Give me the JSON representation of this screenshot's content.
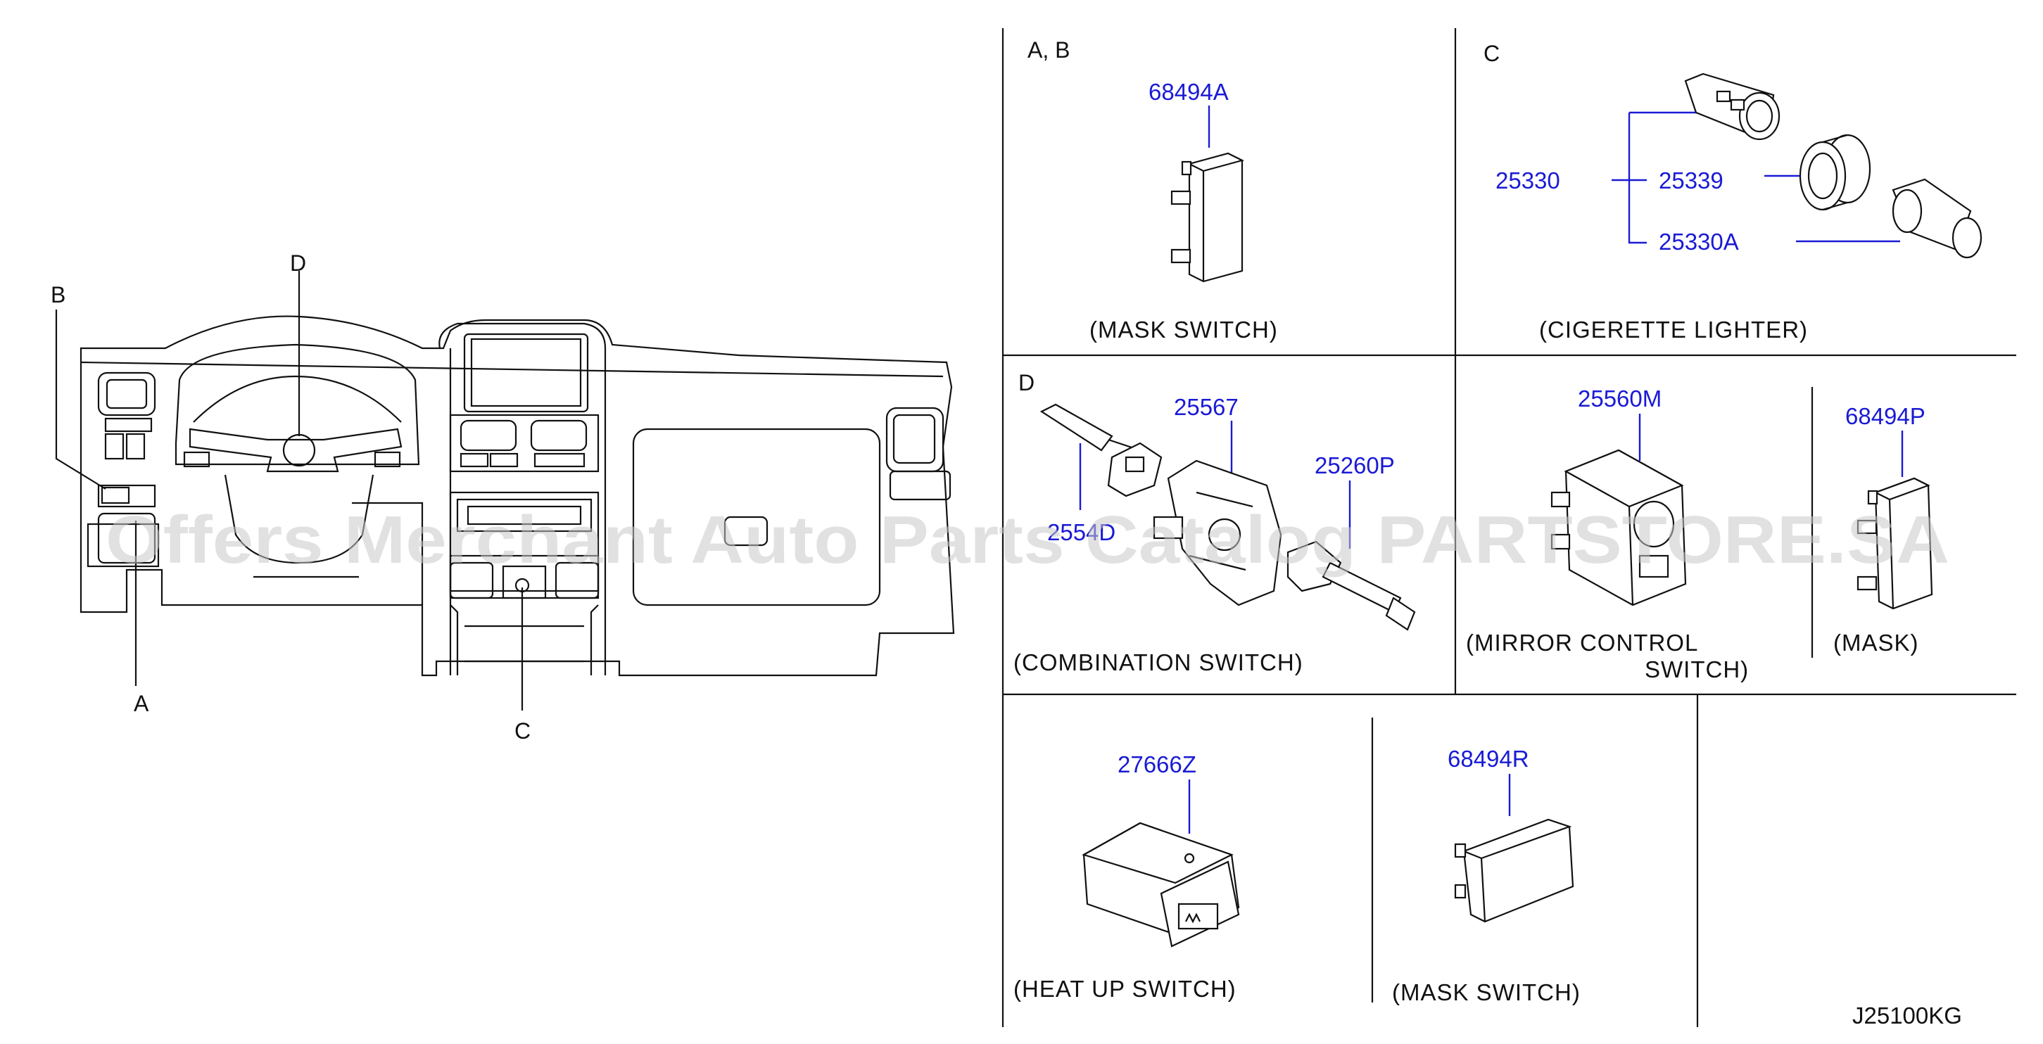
{
  "diagram_code": "J25100KG",
  "watermark": "Offers Merchant Auto Parts Catalog PARTSTORE.SA",
  "overview_callouts": {
    "a": "A",
    "b": "B",
    "c": "C",
    "d": "D"
  },
  "panels": {
    "ab": {
      "header": "A,  B",
      "part_number": "68494A",
      "caption": "(MASK   SWITCH)"
    },
    "c": {
      "header": "C",
      "part_numbers": [
        "25330",
        "25339",
        "25330A"
      ],
      "caption": "(CIGERETTE   LIGHTER)"
    },
    "d": {
      "header": "D",
      "part_numbers": [
        "25567",
        "25260P",
        "2554D"
      ],
      "caption": "(COMBINATION   SWITCH)"
    },
    "mirror": {
      "part_number": "25560M",
      "caption_line1": "(MIRROR       CONTROL",
      "caption_line2": "SWITCH)"
    },
    "mask_p": {
      "part_number": "68494P",
      "caption": "(MASK)"
    },
    "heat": {
      "part_number": "27666Z",
      "caption": "(HEAT   UP   SWITCH)"
    },
    "mask_r": {
      "part_number": "68494R",
      "caption": "(MASK   SWITCH)"
    }
  }
}
